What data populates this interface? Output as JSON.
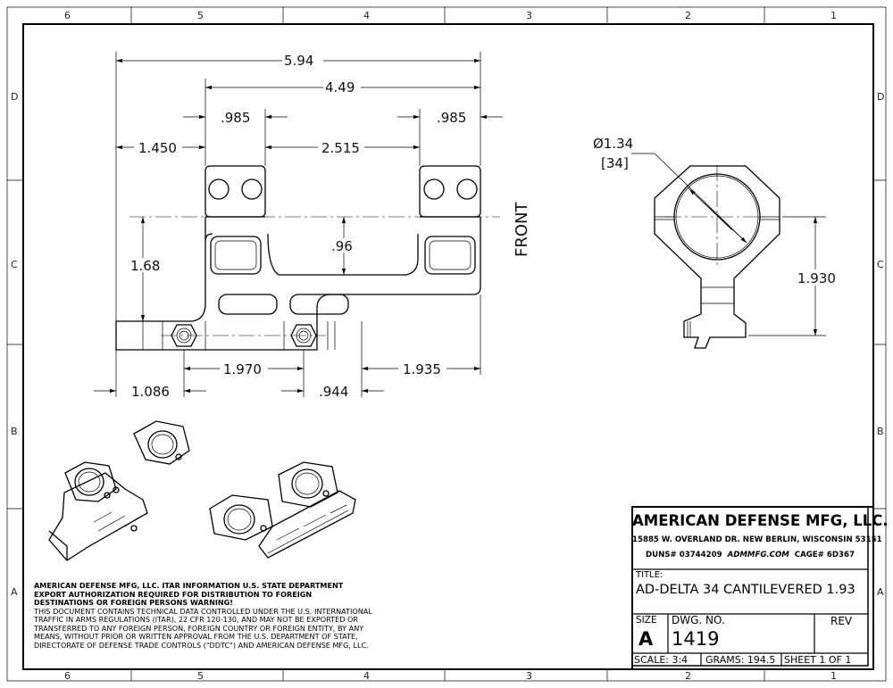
{
  "zones": {
    "columns": [
      "6",
      "5",
      "4",
      "3",
      "2",
      "1"
    ],
    "rows": [
      "D",
      "C",
      "B",
      "A"
    ]
  },
  "front_view": {
    "label": "FRONT",
    "dims": {
      "overall": "5.94",
      "ring_span": "4.49",
      "ring_width_left": ".985",
      "ring_width_right": ".985",
      "offset_left": "1.450",
      "ring_gap": "2.515",
      "height": "1.68",
      "dip": ".96",
      "bolt_spacing": "1.970",
      "right_overhang": "1.935",
      "left_to_bolt": "1.086",
      "bolt_to_step": ".944"
    }
  },
  "side_view": {
    "diameter": "Ø1.34",
    "diameter_mm": "[34]",
    "height": "1.930"
  },
  "title_block": {
    "company": "AMERICAN DEFENSE MFG, LLC.",
    "address": "15885 W. OVERLAND DR. NEW BERLIN, WISCONSIN 53151",
    "duns": "DUNS# 03744209",
    "website": "ADMMFG.COM",
    "cage": "CAGE# 6D367",
    "title_label": "TITLE:",
    "title": "AD-DELTA 34 CANTILEVERED 1.93",
    "size_label": "SIZE",
    "size": "A",
    "dwg_label": "DWG.  NO.",
    "dwg_no": "1419",
    "rev_label": "REV",
    "scale": "SCALE: 3:4",
    "grams": "GRAMS: 194.5",
    "sheet": "SHEET 1 OF 1"
  },
  "itar": {
    "warning": "AMERICAN DEFENSE MFG, LLC. ITAR INFORMATION U.S. STATE DEPARTMENT EXPORT AUTHORIZATION REQUIRED FOR DISTRIBUTION TO FOREIGN DESTINATIONS OR FOREIGN PERSONS WARNING!",
    "body": "THIS DOCUMENT CONTAINS TECHNICAL DATA CONTROLLED UNDER THE U.S. INTERNATIONAL TRAFFIC IN ARMS REGULATIONS (ITAR), 22 CFR 120-130, AND MAY NOT BE EXPORTED OR TRANSFERRED TO ANY FOREIGN PERSON, FOREIGN COUNTRY OR FOREIGN ENTITY, BY ANY MEANS, WITHOUT PRIOR OR WRITTEN APPROVAL FROM THE U.S. DEPARTMENT OF STATE, DIRECTORATE OF DEFENSE TRADE CONTROLS (\"DDTC\") AND AMERICAN DEFENSE MFG, LLC."
  }
}
